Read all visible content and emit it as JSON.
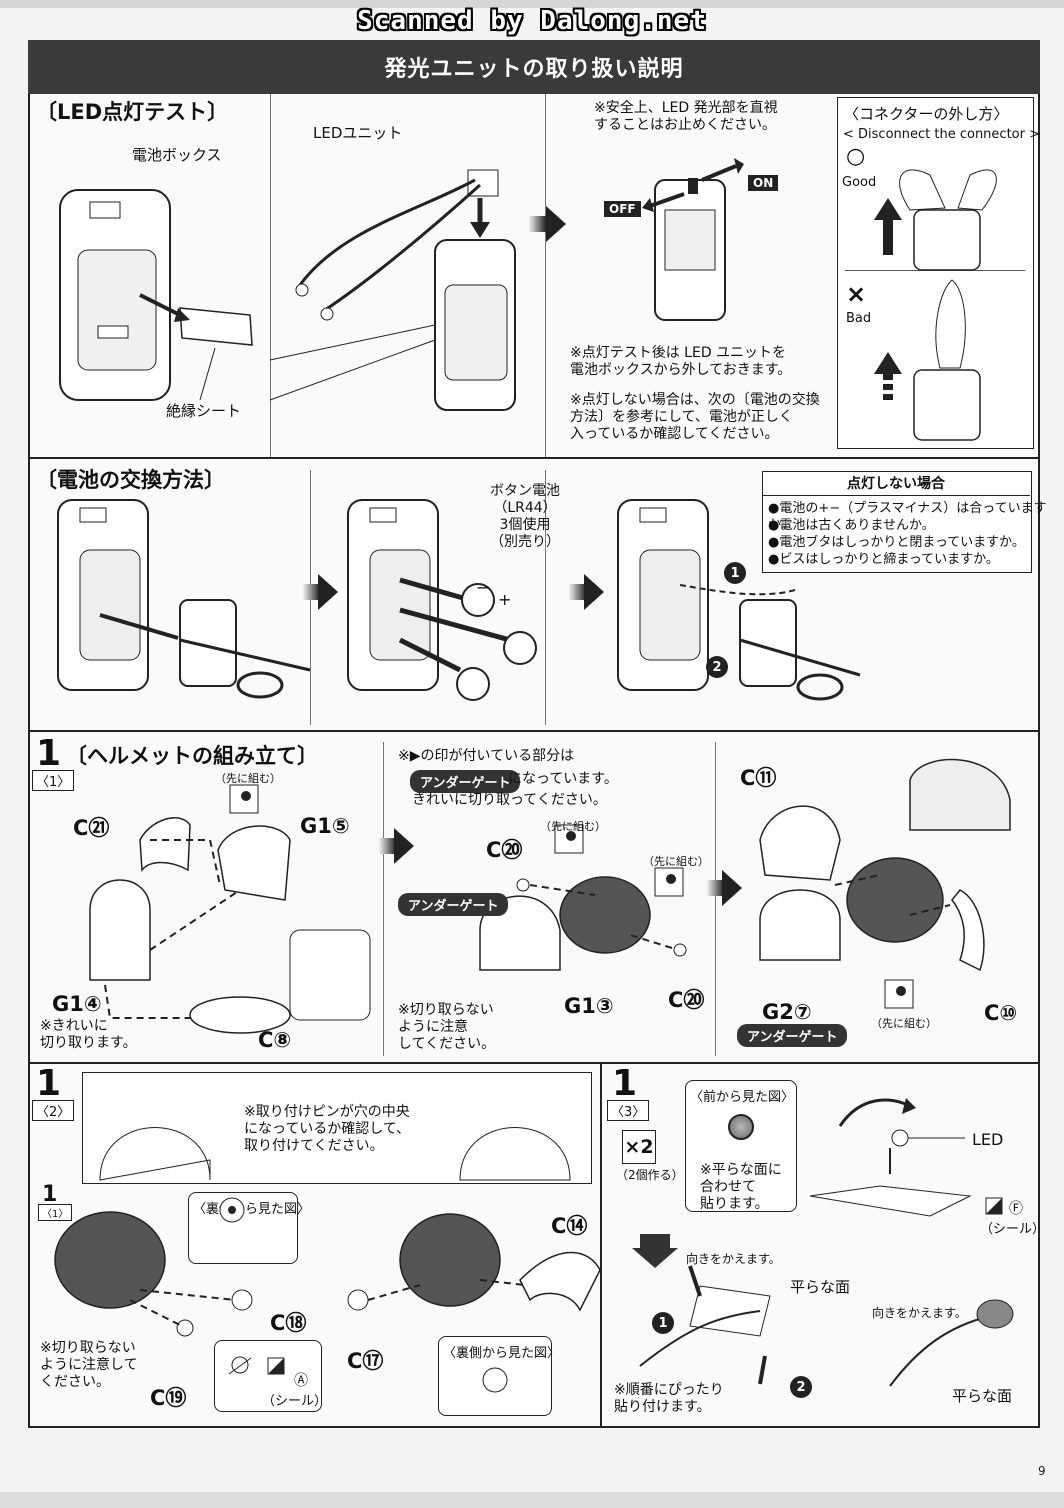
{
  "watermark": "Scanned by Dalong.net",
  "page_title": "発光ユニットの取り扱い説明",
  "led_test": {
    "title": "〔LED点灯テスト〕",
    "battery_box": "電池ボックス",
    "led_unit": "LEDユニット",
    "insulation_sheet": "絶縁シート",
    "safety_note": "※安全上、LED 発光部を直視\nすることはお止めください。",
    "off": "OFF",
    "on": "ON",
    "after_test_note": "※点灯テスト後は LED ユニットを\n電池ボックスから外しておきます。",
    "no_light_note": "※点灯しない場合は、次の〔電池の交換\n方法〕を参考にして、電池が正しく\n入っているか確認してください。",
    "connector_title": "〈コネクターの外し方〉",
    "connector_sub": "< Disconnect the connector >",
    "good_mark": "○",
    "good": "Good",
    "bad_mark": "×",
    "bad": "Bad"
  },
  "battery": {
    "title": "〔電池の交換方法〕",
    "button_cell": "ボタン電池\n（LR44）\n3個使用\n（別売り）",
    "plus": "+",
    "minus": "−",
    "step1": "1",
    "step2": "2",
    "trouble_title": "点灯しない場合",
    "trouble_items": [
      "●電池の+−（プラスマイナス）は合っていますか。",
      "●電池は古くありませんか。",
      "●電池ブタはしっかりと閉まっていますか。",
      "●ビスはしっかりと締まっていますか。"
    ]
  },
  "step1_1": {
    "num": "1",
    "sub": "〈1〉",
    "title": "〔ヘルメットの組み立て〕",
    "gate_note_a": "※▶の印が付いている部分は",
    "gate_badge": "アンダーゲート",
    "gate_note_b": "になっています。",
    "gate_note_c": "きれいに切り取ってください。",
    "assemble_first": "（先に組む）",
    "parts": {
      "c21": "C㉑",
      "g15": "G1⑤",
      "g14": "G1④",
      "c8": "C⑧",
      "c20a": "C⑳",
      "c20b": "C⑳",
      "g13": "G1③",
      "c11": "C⑪",
      "g27": "G2⑦",
      "c10": "C⑩"
    },
    "clean_cut": "※きれいに\n切り取ります。",
    "no_cut": "※切り取らない\nように注意\nしてください。"
  },
  "step1_2": {
    "num": "1",
    "sub": "〈2〉",
    "ref_num": "1",
    "ref_sub": "〈1〉",
    "pin_note": "※取り付けピンが穴の中央\nになっているか確認して、\n取り付けてください。",
    "back_view": "〈裏側から見た図〉",
    "back_view2": "〈裏側から見た図〉",
    "parts": {
      "c18": "C⑱",
      "c19": "C⑲",
      "c14": "C⑭",
      "c17": "C⑰"
    },
    "no_cut": "※切り取らない\nように注意して\nください。",
    "sticker_letter": "Ⓐ",
    "sticker": "（シール）"
  },
  "step1_3": {
    "num": "1",
    "sub": "〈3〉",
    "times": "×2",
    "make_two": "（2個作る）",
    "front_view": "〈前から見た図〉",
    "flat_note": "※平らな面に\n合わせて\n貼ります。",
    "led": "LED",
    "sticker_letter": "Ⓕ",
    "sticker": "（シール）",
    "turn": "向きをかえます。",
    "turn2": "向きをかえます。",
    "flat_face": "平らな面",
    "flat_face2": "平らな面",
    "order_note": "※順番にぴったり\n貼り付けます。",
    "step1": "1",
    "step2": "2"
  },
  "page_number": "9"
}
